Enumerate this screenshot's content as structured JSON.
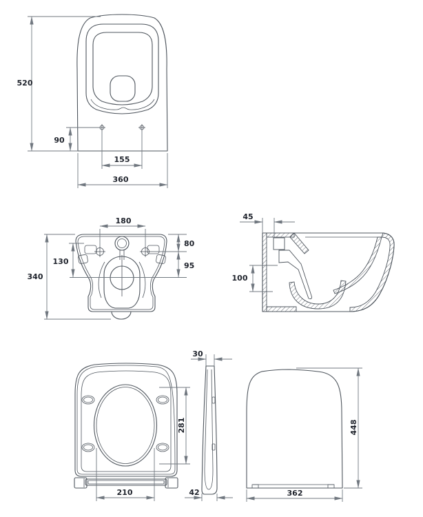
{
  "drawing_type": "toilet-technical-dimension-drawing",
  "colors": {
    "background": "#ffffff",
    "outline": "#4d545c",
    "dimension_line": "#70777f",
    "dimension_text": "#1e222b"
  },
  "views": {
    "bowl_top": {
      "dims": {
        "depth": "520",
        "hole_offset": "90",
        "hole_spacing": "155",
        "width": "360"
      }
    },
    "bowl_rear": {
      "dims": {
        "fixing_spacing": "180",
        "height": "340",
        "recess_depth": "130",
        "top_to_fixing": "80",
        "fixing_to_inlet": "95"
      }
    },
    "bowl_side": {
      "dims": {
        "rim_to_wall": "45",
        "inlet_zone": "100"
      }
    },
    "seat_top": {
      "dims": {
        "opening_length": "281",
        "opening_width": "210"
      }
    },
    "seat_side": {
      "dims": {
        "front_thickness": "30",
        "rear_thickness": "42"
      }
    },
    "lid": {
      "dims": {
        "depth": "448",
        "width": "362"
      }
    }
  }
}
